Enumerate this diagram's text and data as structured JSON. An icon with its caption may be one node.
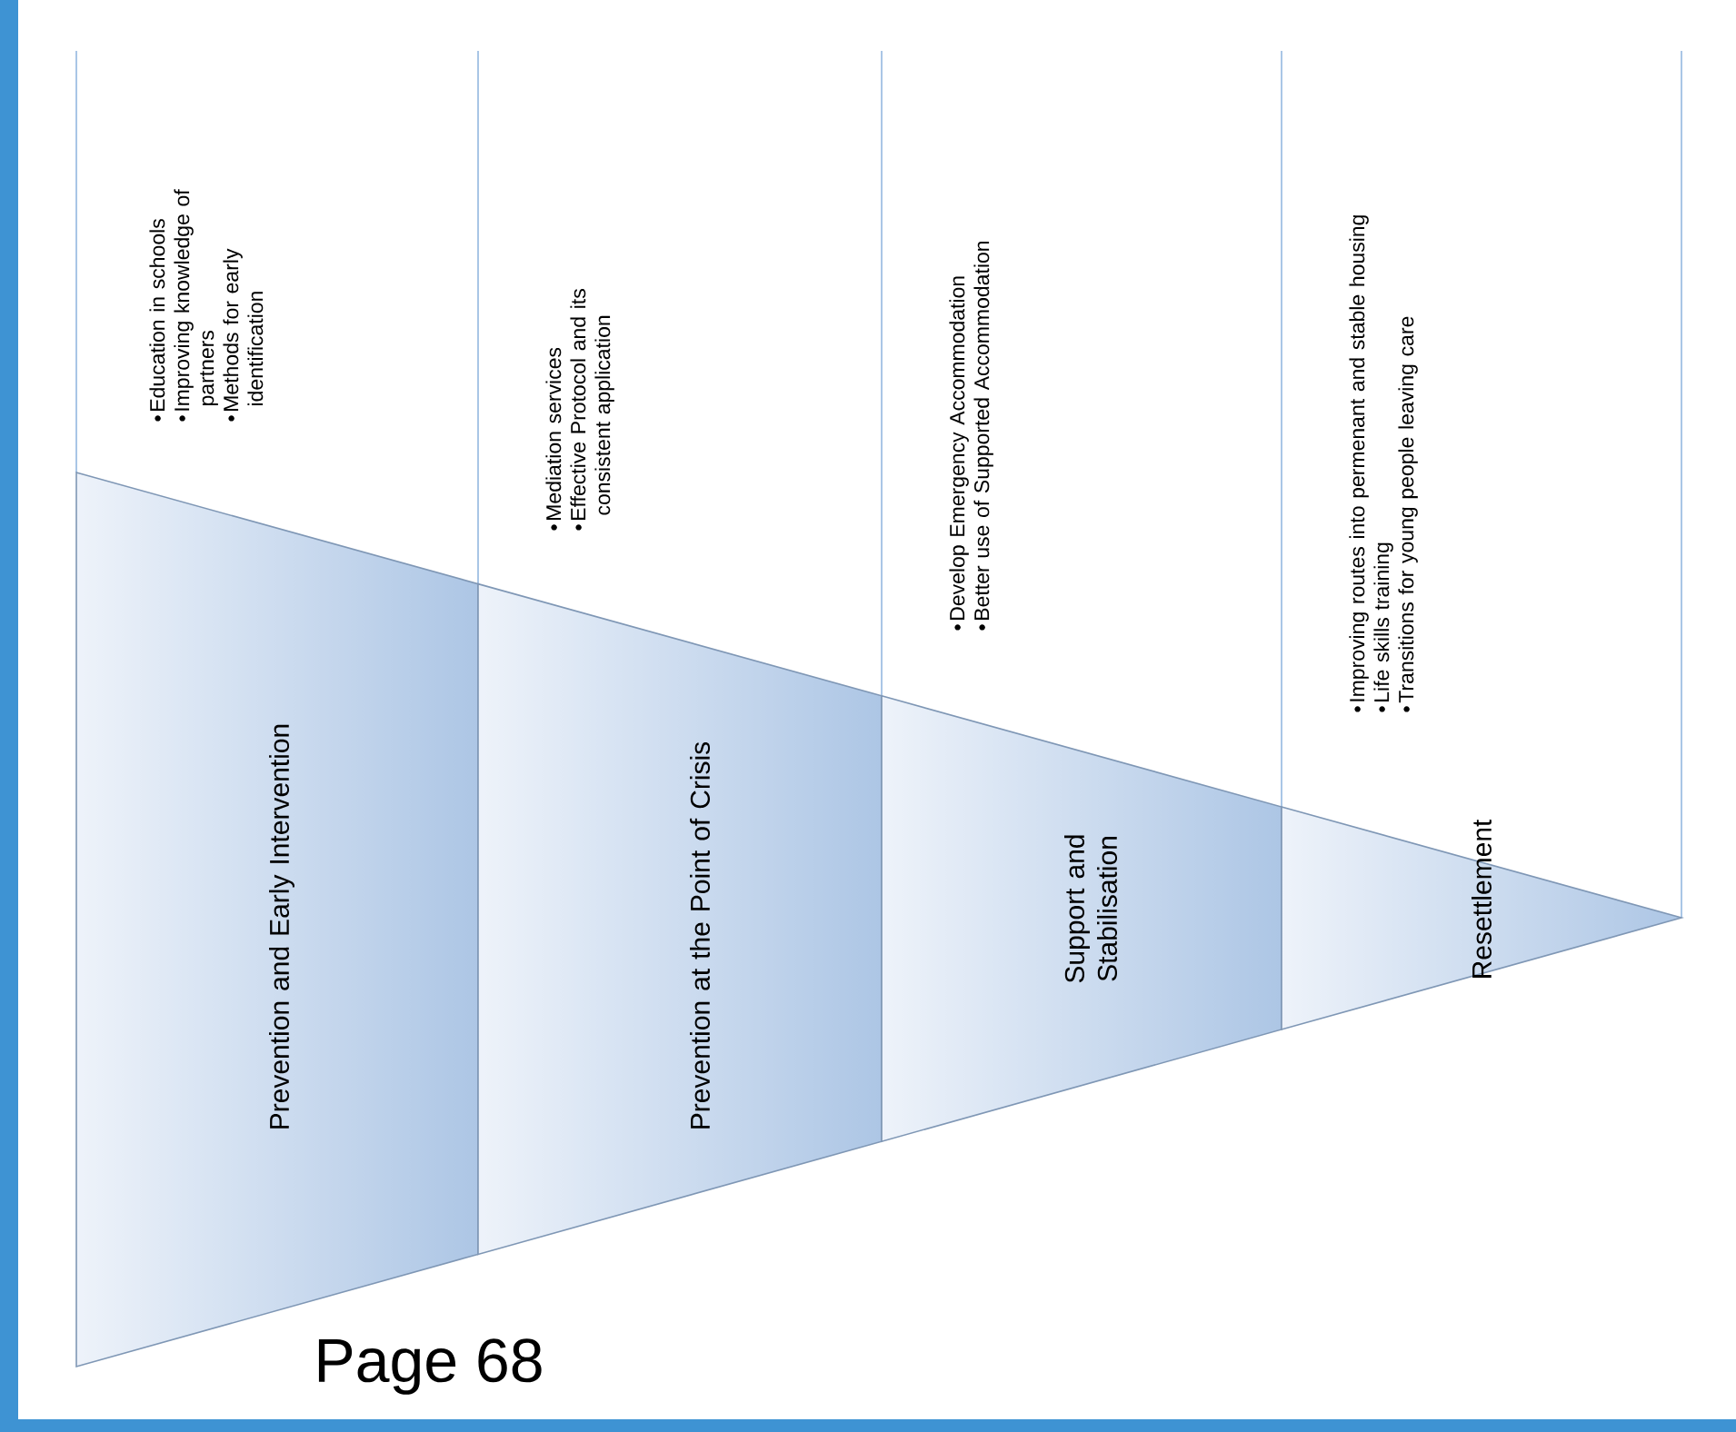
{
  "diagram": {
    "nodes": [
      {
        "text": [
          "Prevention and Early Intervention"
        ]
      },
      {
        "text": [
          "Prevention at the Point of Crisis"
        ]
      },
      {
        "text": [
          "Support and Stabilisation"
        ]
      },
      {
        "text": [
          "Resettlement"
        ]
      },
      {
        "text": [
          "Education in schools",
          "Improving knowledge of partners",
          "Methods for early identification"
        ]
      },
      {
        "text": [
          "Mediation services",
          "Effective Protocol and its consistent application"
        ]
      },
      {
        "text": [
          "Develop Emergency Accommodation",
          "Better use of Supported Accommodation"
        ]
      },
      {
        "text": [
          "Improving routes into permenant and stable housing",
          "Life skills training",
          "Transitions for young people leaving care"
        ]
      }
    ],
    "labels": [
      "Page 68"
    ]
  }
}
